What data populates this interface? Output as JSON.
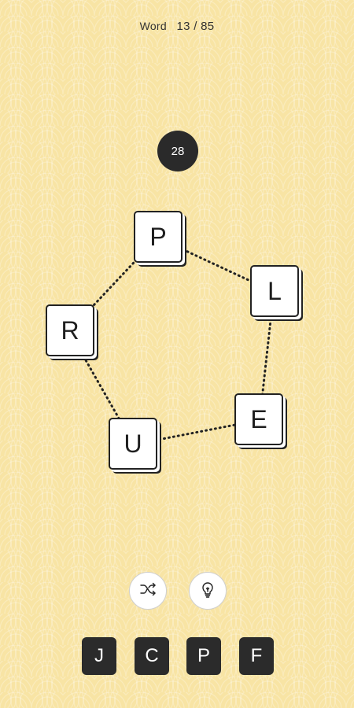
{
  "header": {
    "word_label": "Word",
    "progress": "13 / 85"
  },
  "score": "28",
  "wheel_letters": [
    "P",
    "L",
    "E",
    "U",
    "R"
  ],
  "controls": {
    "shuffle_icon": "shuffle-icon",
    "hint_icon": "lightbulb-icon"
  },
  "answer_slots": [
    "J",
    "C",
    "P",
    "F"
  ],
  "colors": {
    "background": "#f8e4a4",
    "dark": "#2b2b2b",
    "tile": "#ffffff"
  }
}
